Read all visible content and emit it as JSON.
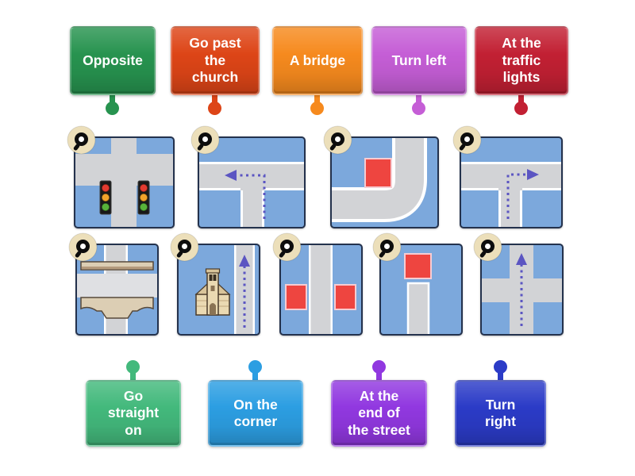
{
  "top_labels": [
    {
      "label": "Opposite",
      "color": "#27934f"
    },
    {
      "label": "Go past\nthe\nchurch",
      "color": "#dd4517"
    },
    {
      "label": "A bridge",
      "color": "#f68a1e"
    },
    {
      "label": "Turn left",
      "color": "#c55ed6"
    },
    {
      "label": "At the\ntraffic\nlights",
      "color": "#c22033"
    }
  ],
  "bottom_labels": [
    {
      "label": "Go\nstraight\non",
      "color": "#43b97c"
    },
    {
      "label": "On the\ncorner",
      "color": "#2c9ee2"
    },
    {
      "label": "At the\nend of\nthe street",
      "color": "#9138e0"
    },
    {
      "label": "Turn\nright",
      "color": "#2b3bc7"
    }
  ],
  "tiles": [
    {
      "name": "crossroads-with-traffic-lights"
    },
    {
      "name": "t-junction-turn-left-arrow"
    },
    {
      "name": "corner-building"
    },
    {
      "name": "t-junction-turn-right-arrow"
    },
    {
      "name": "bridge-over-road"
    },
    {
      "name": "church-beside-road"
    },
    {
      "name": "buildings-opposite-road"
    },
    {
      "name": "building-at-end-of-street"
    },
    {
      "name": "crossroads-straight-arrow"
    }
  ],
  "palette": {
    "tile_background": "#7ca8dc",
    "tile_border": "#24324d",
    "road_gray": "#d2d3d6",
    "road_light": "#dfe0e3",
    "route_arrow": "#5b55c2",
    "building_red": "#ee4540",
    "building_red_border": "#f6ccd2",
    "pin_circle": "#ecdfba",
    "pin_ring": "#0d0d0d",
    "bridge_tan": "#dcceb4",
    "bridge_tan_dark": "#b49a7c",
    "church_beige": "#ead9b2",
    "traffic_red": "#e23b30",
    "traffic_amber": "#f2a32b",
    "traffic_green": "#58b23a"
  }
}
